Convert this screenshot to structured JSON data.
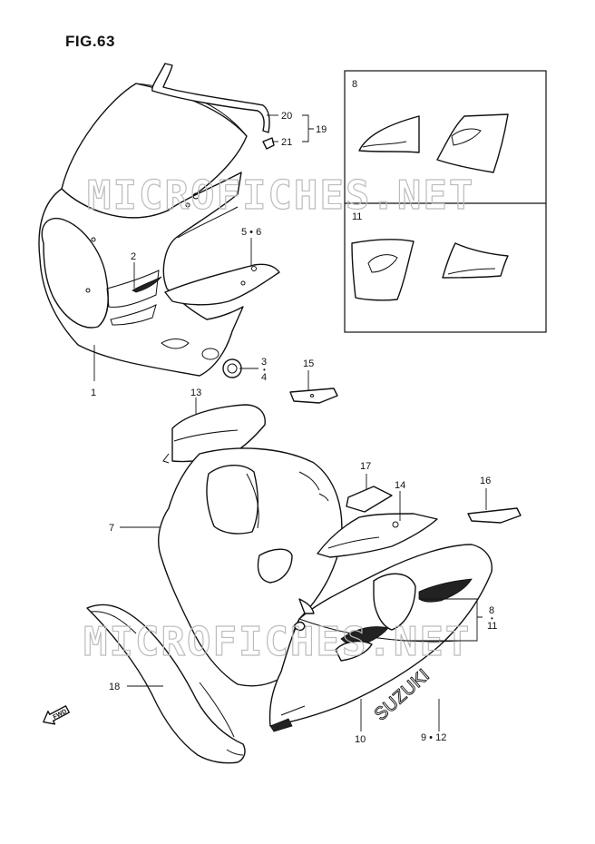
{
  "figure": {
    "title": "FIG.63"
  },
  "watermark": "MICROFICHES.NET",
  "callouts": {
    "p1": "1",
    "p2": "2",
    "p3": "3",
    "p4": "4",
    "p56": "5 • 6",
    "p7": "7",
    "p8_box": "8",
    "p11_box": "11",
    "p8": "8",
    "p811_dot": "•",
    "p11": "11",
    "p912": "9 • 12",
    "p10": "10",
    "p13": "13",
    "p14": "14",
    "p15": "15",
    "p16": "16",
    "p17": "17",
    "p18": "18",
    "p19": "19",
    "p20": "20",
    "p21": "21",
    "p34_dot": "•"
  },
  "decal_text": "SUZUKI",
  "fwd_mark": "FWD",
  "colors": {
    "line": "#111111",
    "watermark": "#bcbcbc",
    "background": "#ffffff"
  }
}
